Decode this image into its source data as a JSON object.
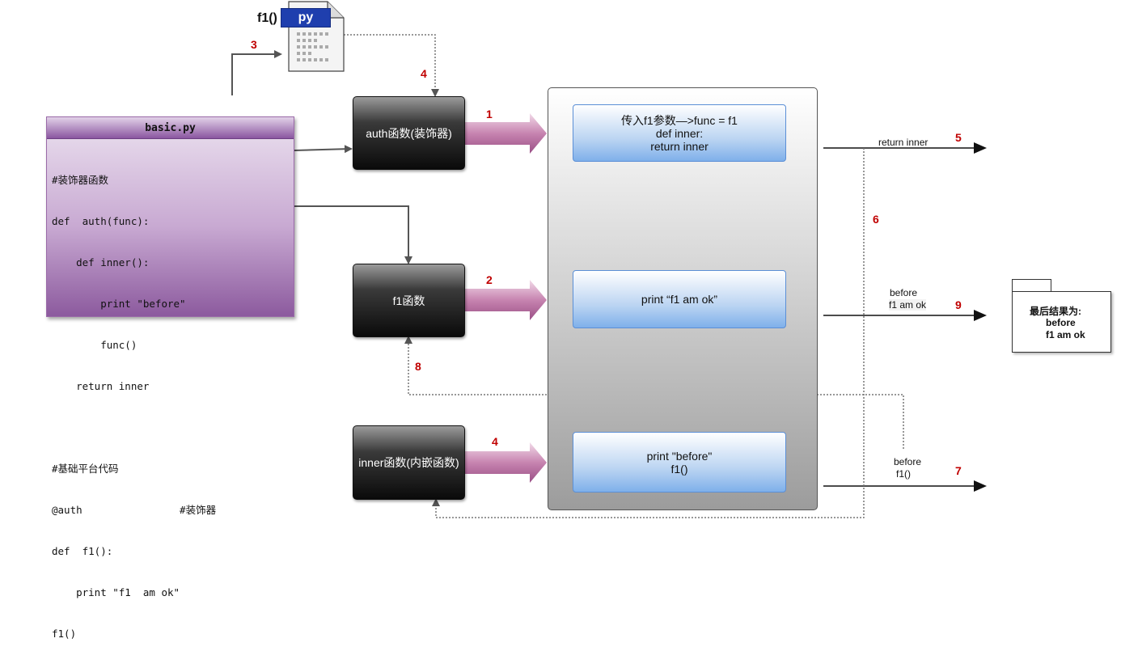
{
  "file_icon": {
    "call_label": "f1()",
    "badge": "py"
  },
  "code_panel": {
    "title": "basic.py",
    "lines": [
      "#装饰器函数",
      "def  auth(func):",
      "    def inner():",
      "        print \"before\"",
      "        func()",
      "    return inner",
      "",
      "#基础平台代码",
      "@auth                #装饰器",
      "def  f1():",
      "    print \"f1  am ok\"",
      "f1()"
    ]
  },
  "boxes": {
    "auth": "auth函数(装饰器)",
    "f1": "f1函数",
    "inner": "inner函数(内嵌函数)"
  },
  "blue_boxes": {
    "top": [
      "传入f1参数—>func = f1",
      "def inner:",
      "return inner"
    ],
    "middle": [
      "print “f1 am ok”"
    ],
    "bottom": [
      "print \"before\"",
      "f1()"
    ]
  },
  "edge_labels": {
    "return_inner": "return inner",
    "before_a": "before",
    "f1_am_ok": "f1 am ok",
    "before_b": "before",
    "f1_call": "f1()"
  },
  "step_numbers": {
    "n1": "1",
    "n2": "2",
    "n3": "3",
    "n4_top": "4",
    "n4_bottom": "4",
    "n5": "5",
    "n6": "6",
    "n7": "7",
    "n8": "8",
    "n9": "9"
  },
  "result": {
    "title": "最后结果为:",
    "line1": "before",
    "line2": "f1 am ok"
  },
  "colors": {
    "big_arrow": "#b26aa0",
    "number_red": "#c00000",
    "box_blue": "#7fb0ea",
    "panel_purple": "#8c5a9e"
  }
}
